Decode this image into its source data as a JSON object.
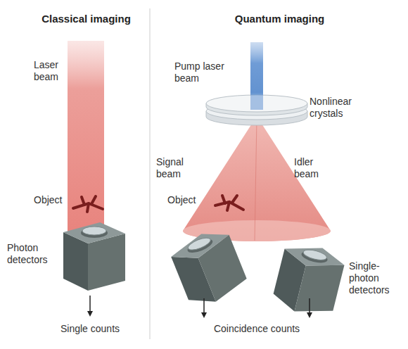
{
  "diagram": {
    "labels": [
      "Classical imaging",
      "Quantum imaging",
      "Laser beam",
      "Object",
      "Photon detectors",
      "Single counts",
      "Pump laser beam",
      "Nonlinear crystals",
      "Signal beam",
      "Idler beam",
      "Object",
      "Single-photon detectors",
      "Coincidence counts"
    ]
  }
}
